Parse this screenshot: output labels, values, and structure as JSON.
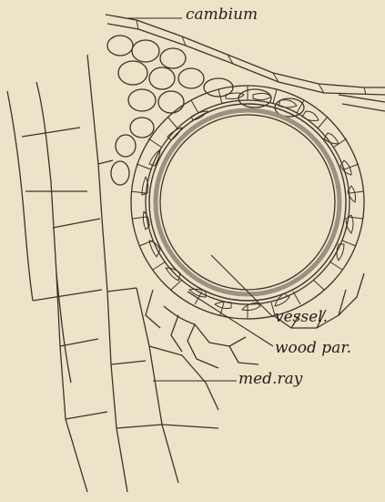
{
  "figure": {
    "labels": {
      "cambium": "cambium",
      "vessel": "vessel.",
      "wood_parenchyma": "wood par.",
      "medullary_ray": "med.ray"
    }
  }
}
